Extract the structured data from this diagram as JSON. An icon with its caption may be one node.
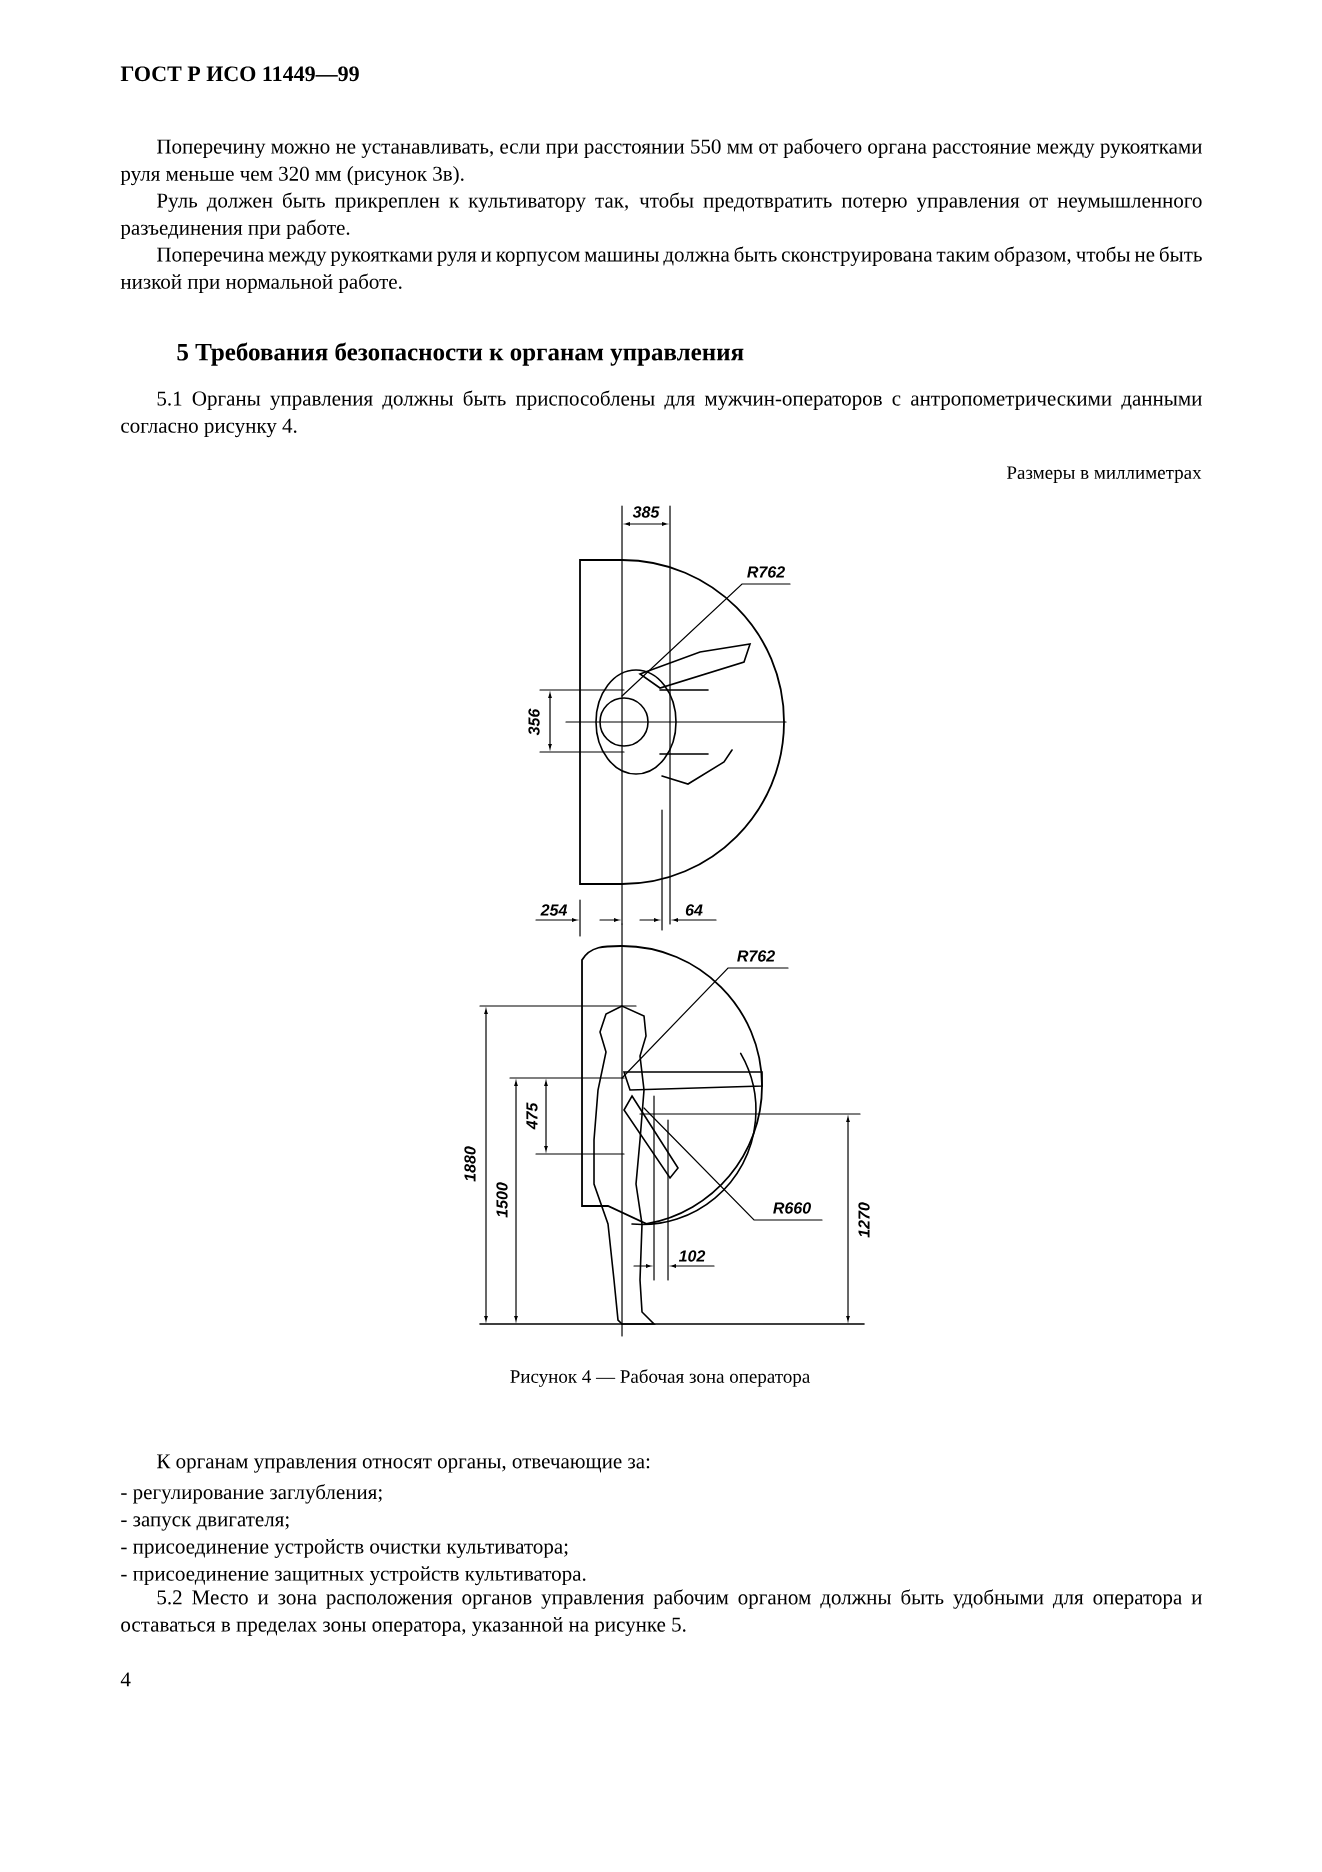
{
  "diagram": {
    "caption": "Рисунок 4 — Рабочая зона оператора",
    "labels": [
      "ГОСТ Р ИСО 11449—99",
      "Поперечину можно не устанавливать, если при расстоянии 550 мм от рабочего органа расстояние между рукоятками руля меньше чем 320 мм (рисунок 3в).",
      "Руль должен быть прикреплен к культиватору так, чтобы предотвратить потерю управления от неумышленного разъединения при работе.",
      "Поперечина между рукоятками руля и корпусом машины должна быть сконструирована таким образом, чтобы не быть низкой при нормальной работе.",
      "5  Требования безопасности к органам управления",
      "5.1  Органы управления должны быть приспособлены для мужчин-операторов с антропометрическими данными согласно рисунку 4.",
      "Размеры в миллиметрах",
      "385",
      "R762",
      "356",
      "254",
      "64",
      "R762",
      "1880",
      "1500",
      "475",
      "R660",
      "1270",
      "102",
      "К органам управления относят органы, отвечающие за:",
      "- регулирование заглубления;",
      "- запуск двигателя;",
      "- присоединение устройств очистки культиватора;",
      "- присоединение защитных устройств культиватора.",
      "5.2  Место и зона расположения органов управления рабочим органом должны быть удобными для оператора и оставаться в пределах зоны оператора, указанной на рисунке 5.",
      "4"
    ]
  }
}
